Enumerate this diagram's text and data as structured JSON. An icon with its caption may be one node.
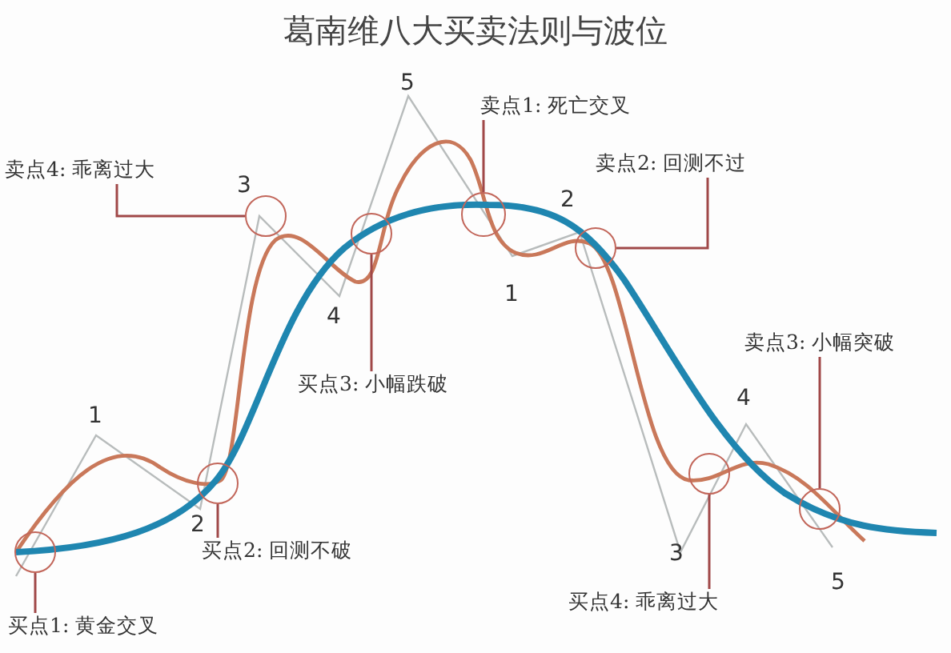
{
  "diagram": {
    "title": "葛南维八大买卖法则与波位",
    "nodes": [
      {
        "text": [
          "卖点4: 乖离过大"
        ]
      },
      {
        "text": [],
        "shape": "circle"
      },
      {
        "text": [
          "卖点1: 死亡交叉"
        ]
      },
      {
        "text": [],
        "shape": "circle"
      },
      {
        "text": [
          "卖点2: 回测不过"
        ]
      },
      {
        "text": [],
        "shape": "circle"
      },
      {
        "text": [
          "买点3: 小幅跌破"
        ]
      },
      {
        "text": [],
        "shape": "circle"
      },
      {
        "text": [
          "卖点3: 小幅突破"
        ]
      },
      {
        "text": [],
        "shape": "circle"
      },
      {
        "text": [
          "买点2: 回测不破"
        ]
      },
      {
        "text": [],
        "shape": "circle"
      },
      {
        "text": [
          "买点4: 乖离过大"
        ]
      },
      {
        "text": [],
        "shape": "circle"
      },
      {
        "text": [
          "买点1: 黄金交叉"
        ]
      },
      {
        "text": [],
        "shape": "circle"
      }
    ],
    "edges": [
      {
        "from": 0,
        "to": 1,
        "arrow": "none"
      },
      {
        "from": 2,
        "to": 3,
        "arrow": "none"
      },
      {
        "from": 4,
        "to": 5,
        "arrow": "none"
      },
      {
        "from": 6,
        "to": 7,
        "arrow": "none"
      },
      {
        "from": 8,
        "to": 9,
        "arrow": "none"
      },
      {
        "from": 10,
        "to": 11,
        "arrow": "none"
      },
      {
        "from": 12,
        "to": 13,
        "arrow": "none"
      },
      {
        "from": 14,
        "to": 15,
        "arrow": "none"
      }
    ],
    "labels": [
      "5",
      "3",
      "2",
      "1",
      "4",
      "4",
      "1",
      "2",
      "3",
      "5"
    ]
  }
}
